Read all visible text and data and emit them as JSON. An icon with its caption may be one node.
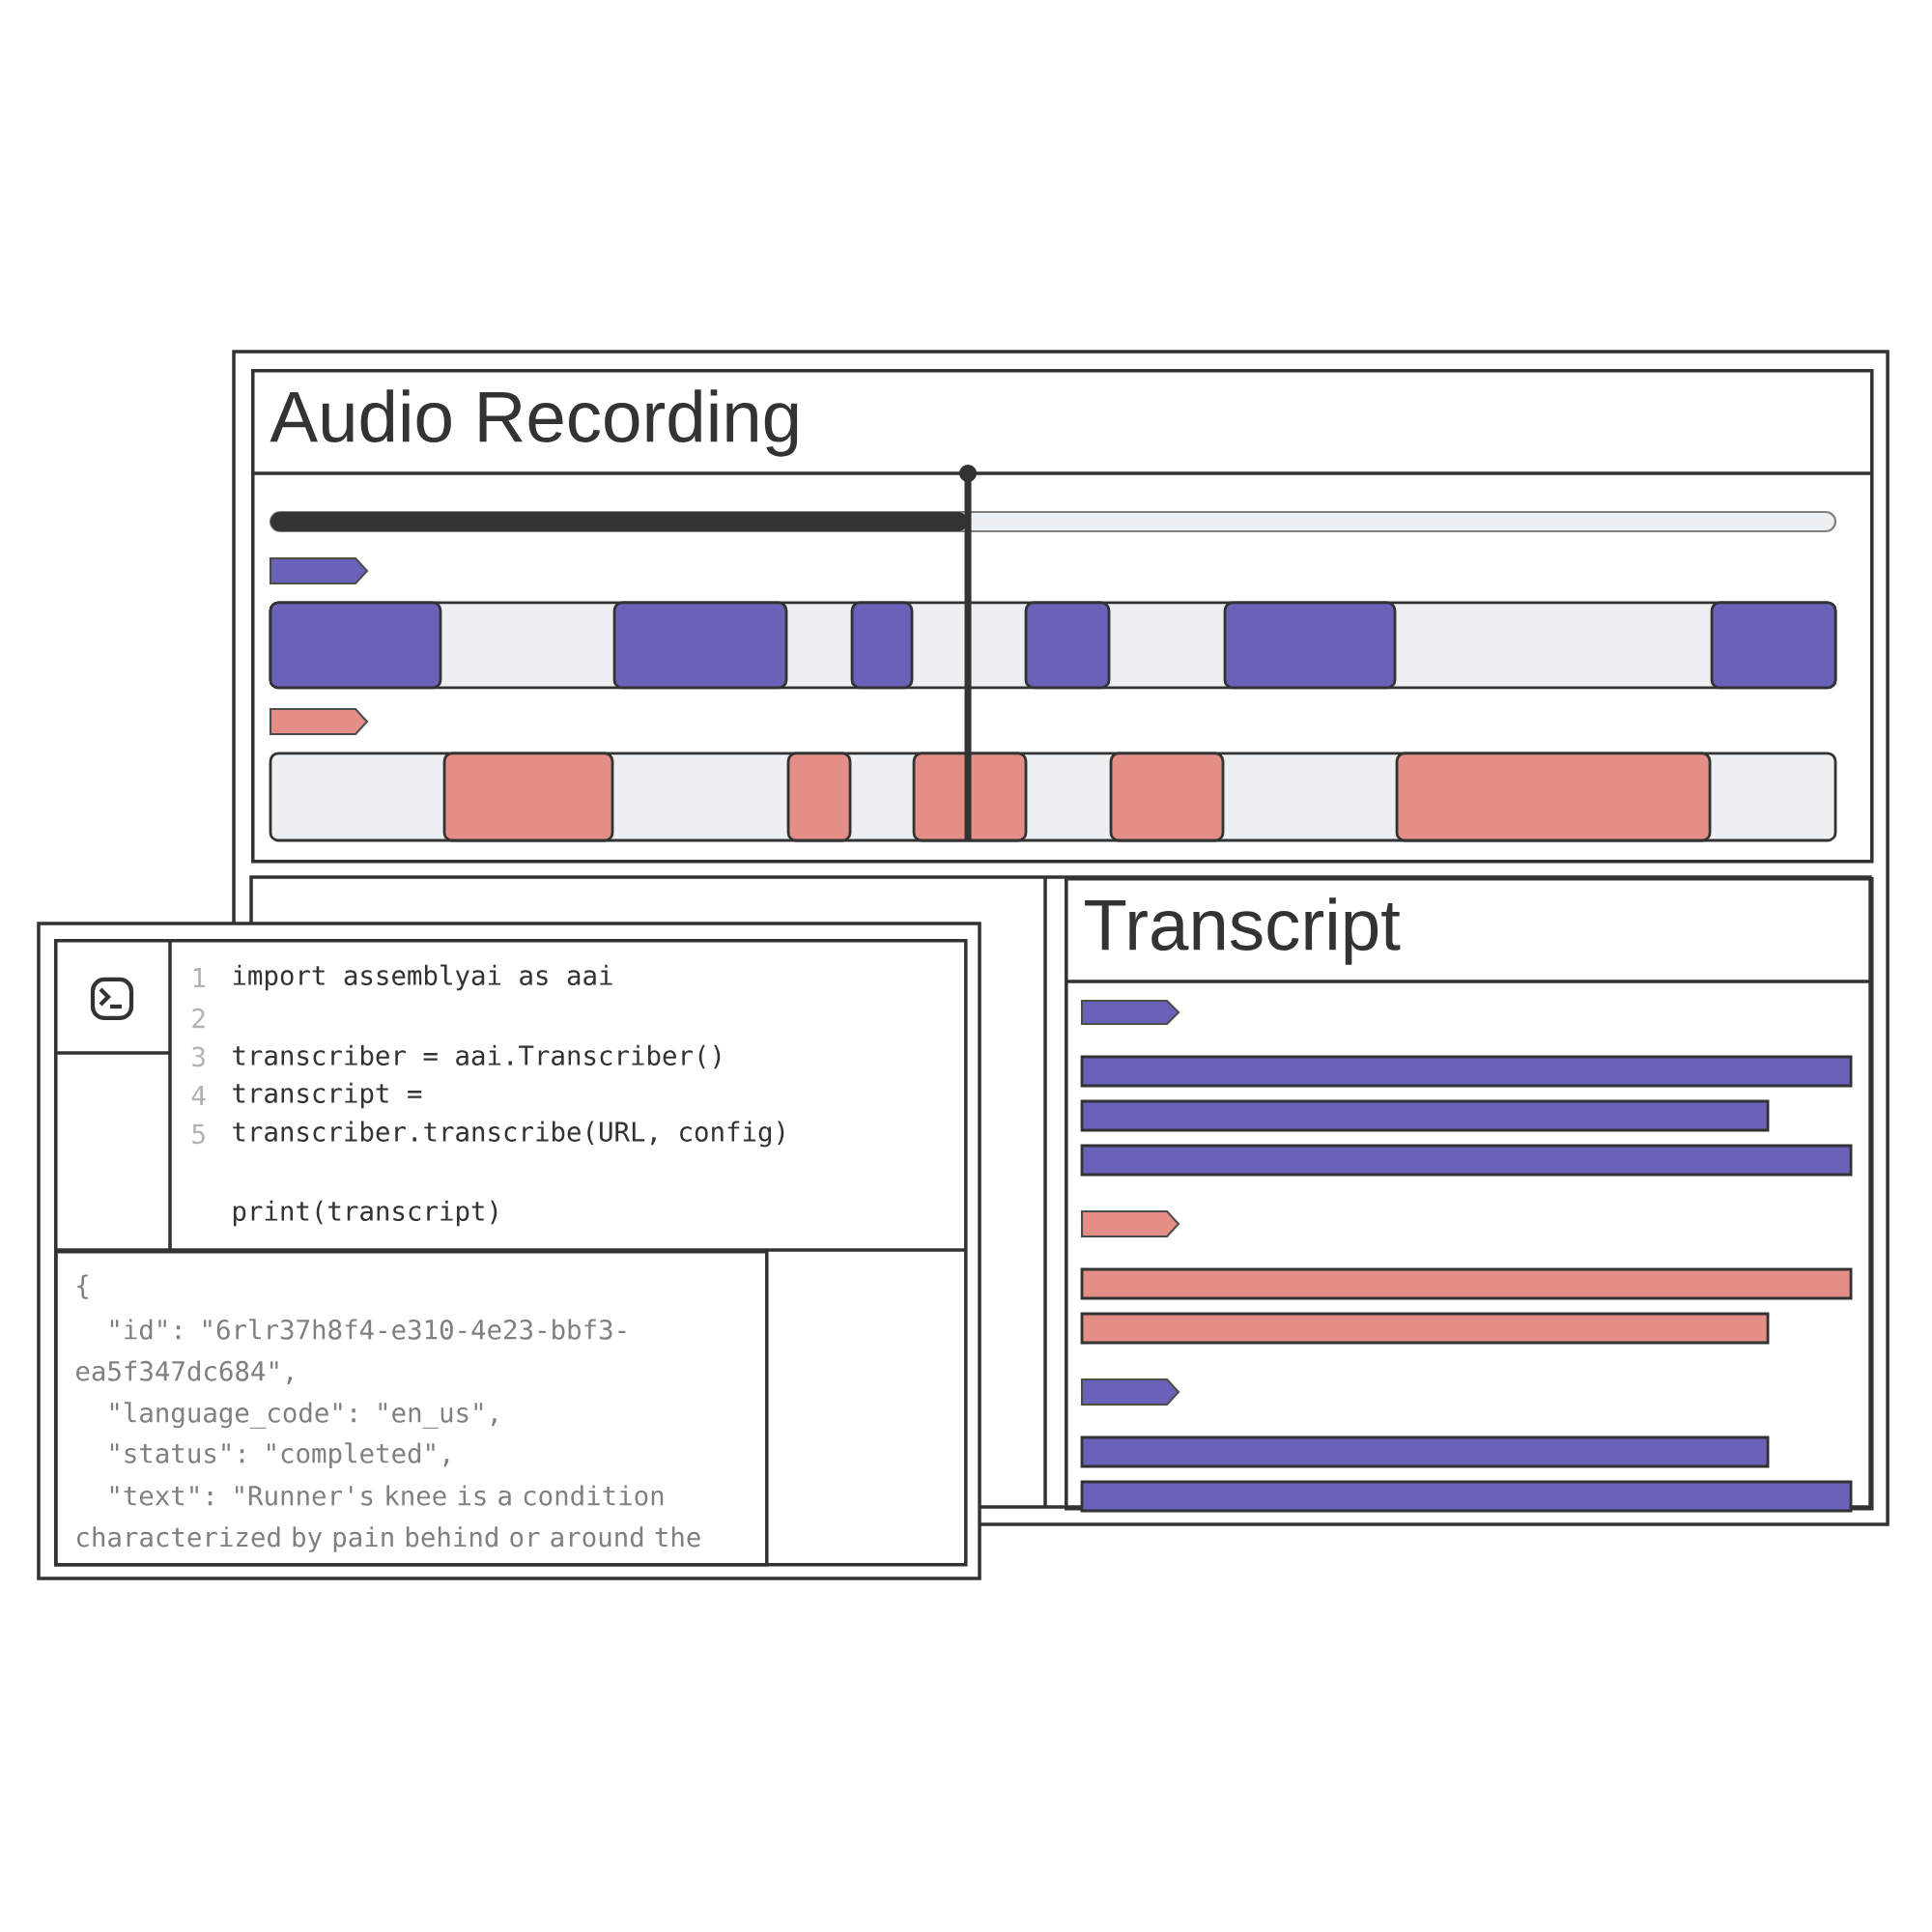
{
  "diagram": {
    "nodes": [
      {
        "text": [
          "Audio Recording"
        ]
      },
      {
        "text": [
          "Transcript"
        ]
      },
      {
        "text": [
          "import assemblyai as aai",
          "transcriber = aai.Transcriber()",
          "transcript =",
          "transcriber.transcribe(URL, config)",
          "print(transcript)"
        ]
      },
      {
        "text": [
          "{",
          "\"id\": \"6rlr37h8f4-e310-4e23-bbf3-ea5f347dc684\",",
          "\"language_code\": \"en_us\",",
          "\"status\": \"completed\",",
          "\"text\": \"Runner's knee is a condition characterized by pain behind or around the"
        ],
        "in": 2
      }
    ],
    "edges": [],
    "labels": [
      "1",
      "2",
      "3",
      "4",
      "5"
    ]
  }
}
